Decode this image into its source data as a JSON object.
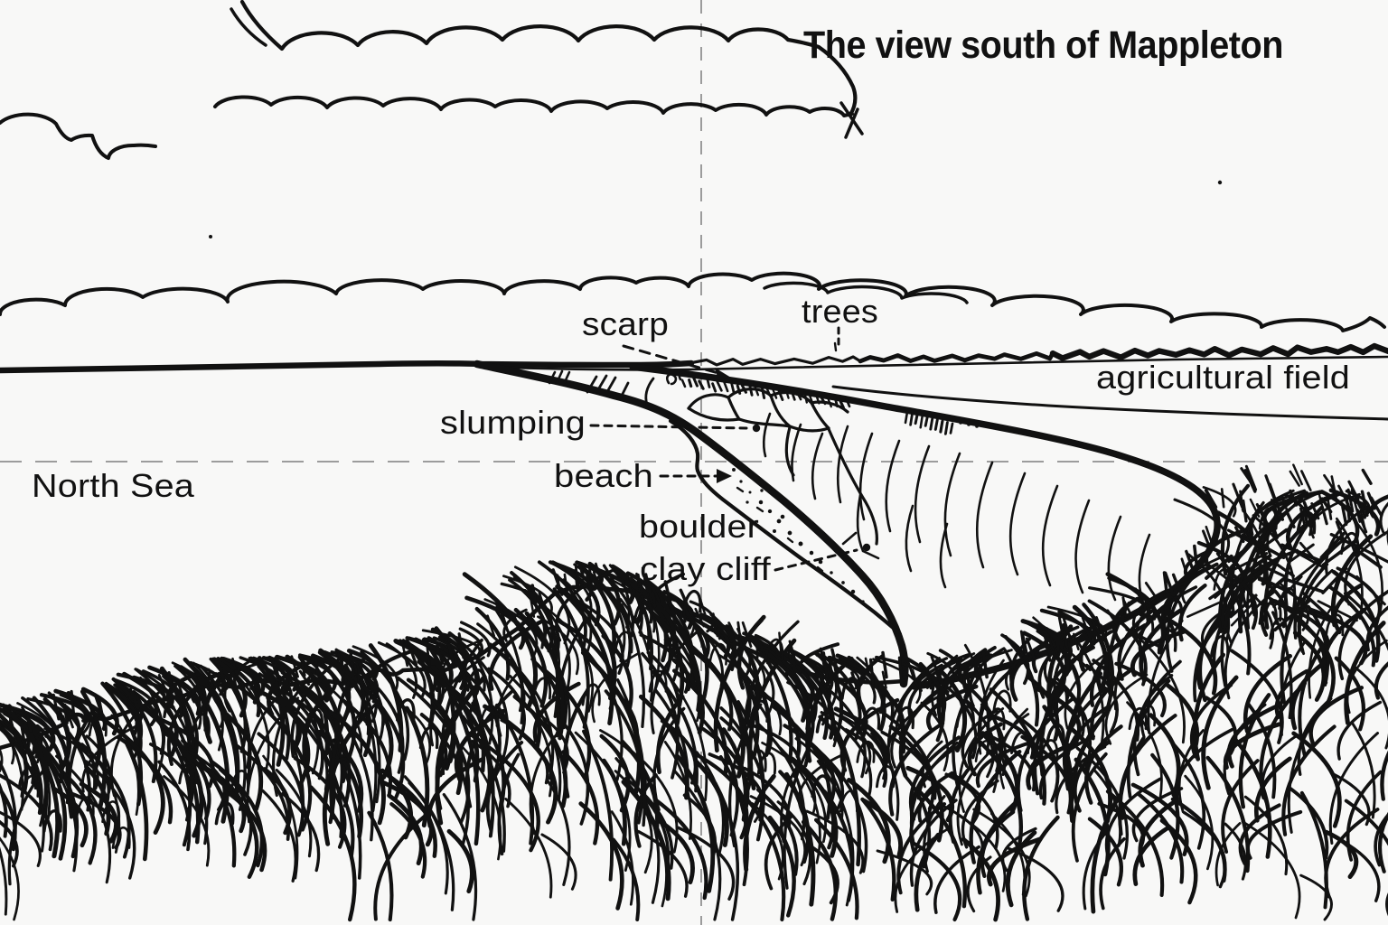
{
  "title": "The view south of Mappleton",
  "labels": {
    "scarp": "scarp",
    "trees": "trees",
    "agricultural_field": "agricultural field",
    "slumping": "slumping",
    "north_sea": "North Sea",
    "beach": "beach",
    "boulder": "boulder",
    "clay_cliff": "clay cliff"
  },
  "colors": {
    "ink": "#111111",
    "guide": "#9c9c9c",
    "background": "#f8f8f7"
  }
}
